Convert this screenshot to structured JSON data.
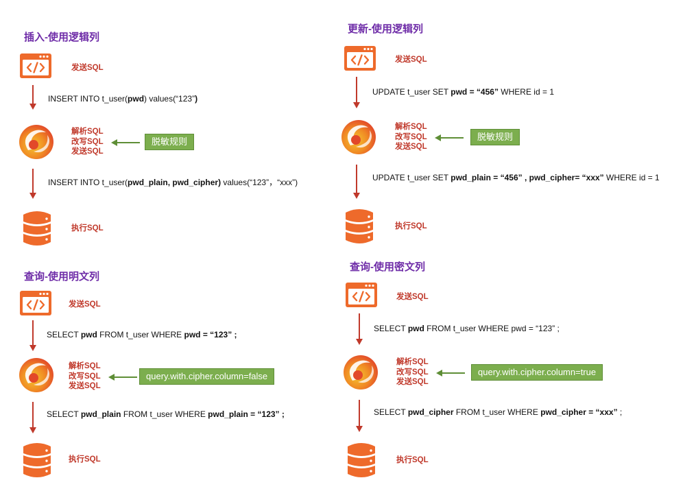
{
  "panels": [
    {
      "title": "插入-使用逻辑列",
      "send_label": "发送SQL",
      "sql1": [
        {
          "t": "INSERT INTO t_user(",
          "b": false
        },
        {
          "t": "pwd",
          "b": true
        },
        {
          "t": ") values(“123”",
          "b": false
        },
        {
          "t": ")",
          "b": true
        }
      ],
      "process_labels": [
        "解析SQL",
        "改写SQL",
        "发送SQL"
      ],
      "rule_label": "脱敏规则",
      "sql2": [
        {
          "t": "INSERT INTO t_user(",
          "b": false
        },
        {
          "t": "pwd_plain, pwd_cipher)",
          "b": true
        },
        {
          "t": " values(“123”，“xxx”)",
          "b": false
        }
      ],
      "exec_label": "执行SQL"
    },
    {
      "title": "更新-使用逻辑列",
      "send_label": "发送SQL",
      "sql1": [
        {
          "t": "UPDATE t_user SET ",
          "b": false
        },
        {
          "t": "pwd = “456”",
          "b": true
        },
        {
          "t": " WHERE id = 1",
          "b": false
        }
      ],
      "process_labels": [
        "解析SQL",
        "改写SQL",
        "发送SQL"
      ],
      "rule_label": "脱敏规则",
      "sql2": [
        {
          "t": "UPDATE t_user SET ",
          "b": false
        },
        {
          "t": "pwd_plain = “456” , pwd_cipher= “xxx”",
          "b": true
        },
        {
          "t": "   WHERE id = 1",
          "b": false
        }
      ],
      "exec_label": "执行SQL"
    },
    {
      "title": "查询-使用明文列",
      "send_label": "发送SQL",
      "sql1": [
        {
          "t": "SELECT ",
          "b": false
        },
        {
          "t": "pwd",
          "b": true
        },
        {
          "t": " FROM t_user WHERE ",
          "b": false
        },
        {
          "t": "pwd = “123” ;",
          "b": true
        }
      ],
      "process_labels": [
        "解析SQL",
        "改写SQL",
        "发送SQL"
      ],
      "rule_label": "query.with.cipher.column=false",
      "sql2": [
        {
          "t": "SELECT ",
          "b": false
        },
        {
          "t": "pwd_plain",
          "b": true
        },
        {
          "t": " FROM t_user WHERE ",
          "b": false
        },
        {
          "t": "pwd_plain = “123” ;",
          "b": true
        }
      ],
      "exec_label": "执行SQL"
    },
    {
      "title": "查询-使用密文列",
      "send_label": "发送SQL",
      "sql1": [
        {
          "t": "SELECT ",
          "b": false
        },
        {
          "t": "pwd",
          "b": true
        },
        {
          "t": " FROM t_user WHERE pwd = “123” ;",
          "b": false
        }
      ],
      "process_labels": [
        "解析SQL",
        "改写SQL",
        "发送SQL"
      ],
      "rule_label": "query.with.cipher.column=true",
      "sql2": [
        {
          "t": "SELECT ",
          "b": false
        },
        {
          "t": "pwd_cipher",
          "b": true
        },
        {
          "t": " FROM t_user WHERE ",
          "b": false
        },
        {
          "t": "pwd_cipher = “xxx”",
          "b": true
        },
        {
          "t": " ;",
          "b": false
        }
      ],
      "exec_label": "执行SQL"
    }
  ],
  "colors": {
    "title": "#6f2da8",
    "label": "#c0392b",
    "arrow": "#c0392b",
    "icon": "#ee6a2b",
    "rule_bg": "#7cae4e",
    "rule_arrow": "#5e8e36"
  }
}
